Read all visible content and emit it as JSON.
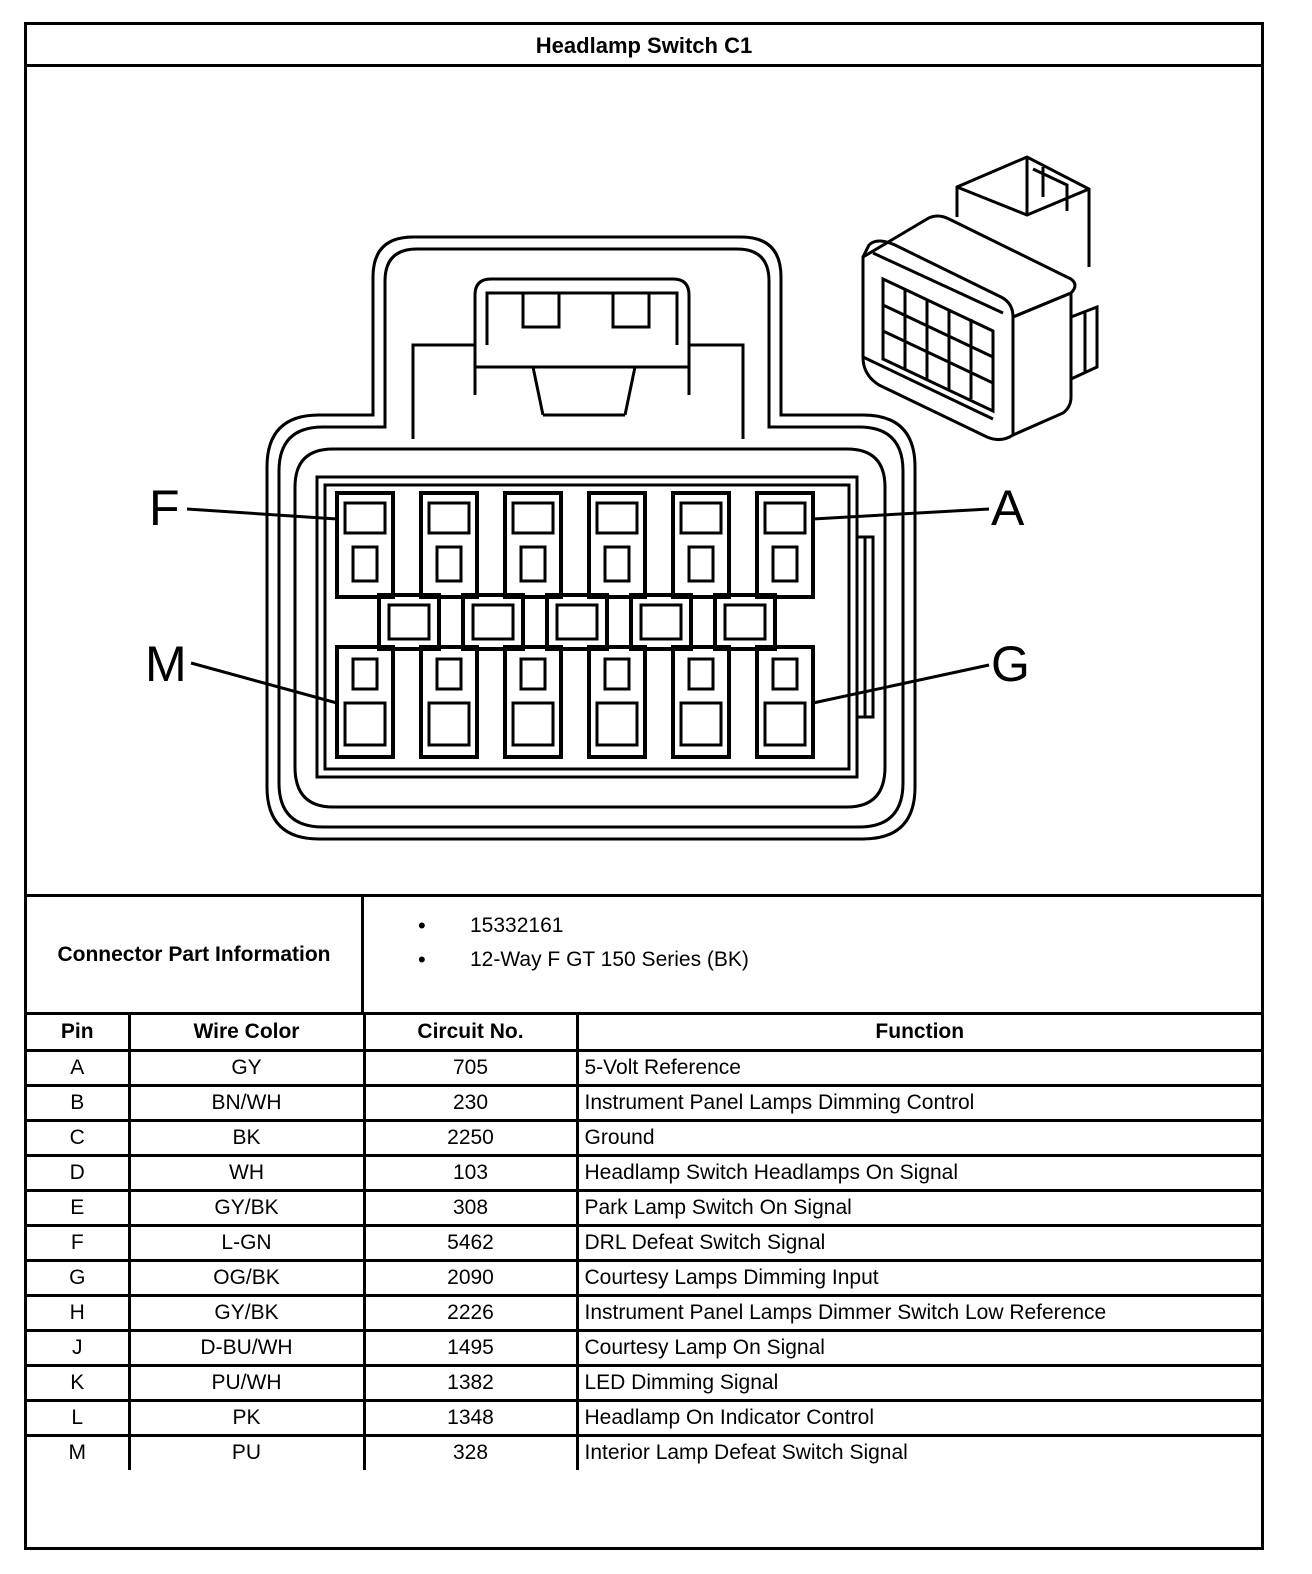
{
  "title": "Headlamp Switch C1",
  "diagram": {
    "pin_labels": {
      "top_left": "F",
      "top_right": "A",
      "bottom_left": "M",
      "bottom_right": "G"
    }
  },
  "connector_info": {
    "label": "Connector Part Information",
    "items": [
      "15332161",
      "12-Way F GT 150 Series (BK)"
    ]
  },
  "table": {
    "headers": [
      "Pin",
      "Wire Color",
      "Circuit No.",
      "Function"
    ],
    "rows": [
      [
        "A",
        "GY",
        "705",
        "5-Volt Reference"
      ],
      [
        "B",
        "BN/WH",
        "230",
        "Instrument Panel Lamps Dimming Control"
      ],
      [
        "C",
        "BK",
        "2250",
        "Ground"
      ],
      [
        "D",
        "WH",
        "103",
        "Headlamp Switch Headlamps On Signal"
      ],
      [
        "E",
        "GY/BK",
        "308",
        "Park Lamp Switch On Signal"
      ],
      [
        "F",
        "L-GN",
        "5462",
        "DRL Defeat Switch Signal"
      ],
      [
        "G",
        "OG/BK",
        "2090",
        "Courtesy Lamps Dimming Input"
      ],
      [
        "H",
        "GY/BK",
        "2226",
        "Instrument Panel Lamps Dimmer Switch Low Reference"
      ],
      [
        "J",
        "D-BU/WH",
        "1495",
        "Courtesy Lamp On Signal"
      ],
      [
        "K",
        "PU/WH",
        "1382",
        "LED Dimming Signal"
      ],
      [
        "L",
        "PK",
        "1348",
        "Headlamp On Indicator Control"
      ],
      [
        "M",
        "PU",
        "328",
        "Interior Lamp Defeat Switch Signal"
      ]
    ]
  }
}
